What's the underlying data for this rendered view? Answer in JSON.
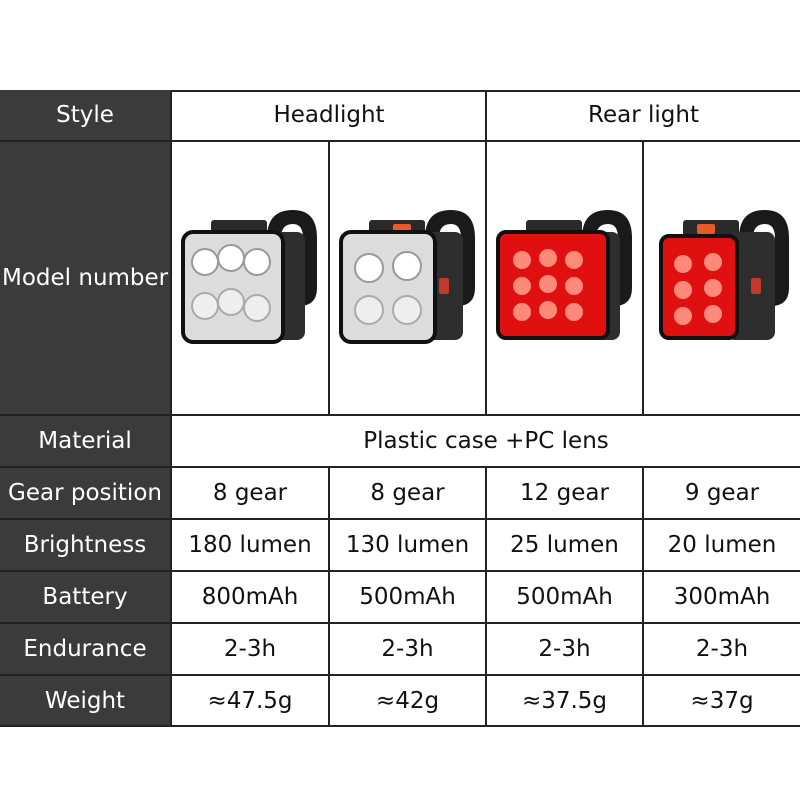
{
  "table": {
    "style_label": "Style",
    "headlight_label": "Headlight",
    "rear_light_label": "Rear light",
    "model_number_label": "Model number",
    "material_label": "Material",
    "material_value": "Plastic case +PC lens",
    "rows": [
      {
        "label": "Gear position",
        "values": [
          "8 gear",
          "8 gear",
          "12 gear",
          "9 gear"
        ]
      },
      {
        "label": "Brightness",
        "values": [
          "180 lumen",
          "130 lumen",
          "25 lumen",
          "20 lumen"
        ]
      },
      {
        "label": "Battery",
        "values": [
          "800mAh",
          "500mAh",
          "500mAh",
          "300mAh"
        ]
      },
      {
        "label": "Endurance",
        "values": [
          "2-3h",
          "2-3h",
          "2-3h",
          "2-3h"
        ]
      },
      {
        "label": "Weight",
        "values": [
          "≈47.5g",
          "≈42g",
          "≈37.5g",
          "≈37g"
        ]
      }
    ]
  },
  "products": [
    {
      "icon": "headlight-6led-icon",
      "lens_color": "#e8e8e8",
      "button_color": "#333333"
    },
    {
      "icon": "headlight-4led-icon",
      "lens_color": "#e8e8e8",
      "button_color": "#e85a2a"
    },
    {
      "icon": "rear-light-9led-icon",
      "lens_color": "#e01010",
      "button_color": "#333333"
    },
    {
      "icon": "rear-light-6led-icon",
      "lens_color": "#e01010",
      "button_color": "#e85a2a"
    }
  ],
  "colors": {
    "label_bg": "#3b3b3b",
    "label_text": "#ffffff",
    "grid": "#222222"
  }
}
